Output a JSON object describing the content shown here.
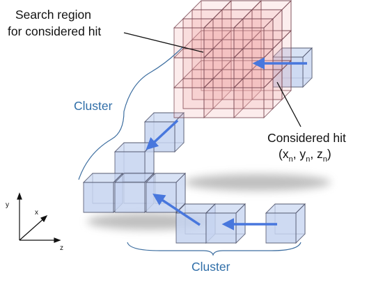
{
  "labels": {
    "search_region_line1": "Search region",
    "search_region_line2": "for considered hit",
    "cluster_upper": "Cluster",
    "cluster_lower": "Cluster",
    "considered_hit_line1": "Considered hit",
    "considered_hit_coords": "(x",
    "coord_y": ", y",
    "coord_z": ", z",
    "coord_close": ")",
    "subscript": "n"
  },
  "axes": {
    "x": "x",
    "y": "y",
    "z": "z"
  },
  "colors": {
    "hit_fill": "#c5d4f0",
    "hit_stroke": "#4a4f66",
    "search_fill": "#f1a7a7",
    "arrow": "#4877dd",
    "cluster_label": "#2f6ea8",
    "brace": "#3d6ea0",
    "shadow": "#8a8a8a"
  }
}
